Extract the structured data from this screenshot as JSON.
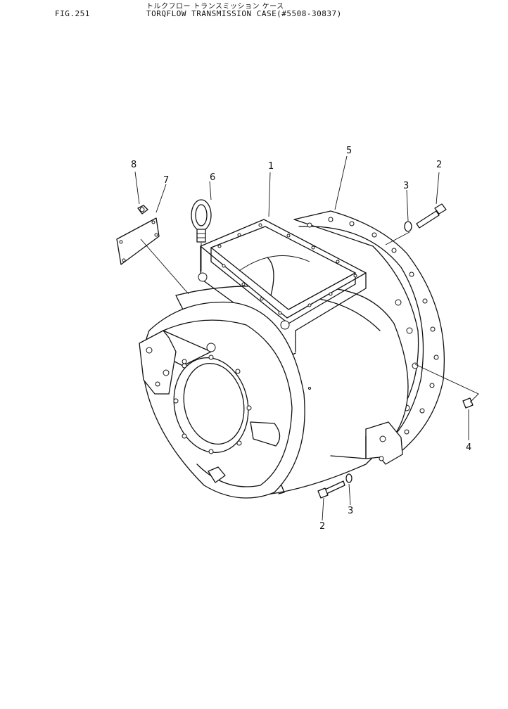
{
  "header": {
    "fig_number": "FIG.251",
    "title_jp": "トルクフロー トランスミッション ケース",
    "title_en": "TORQFLOW TRANSMISSION CASE(#5508-30837)"
  },
  "callouts": {
    "c1": "1",
    "c2a": "2",
    "c2b": "2",
    "c3a": "3",
    "c3b": "3",
    "c4": "4",
    "c5": "5",
    "c6": "6",
    "c7": "7",
    "c8": "8"
  }
}
